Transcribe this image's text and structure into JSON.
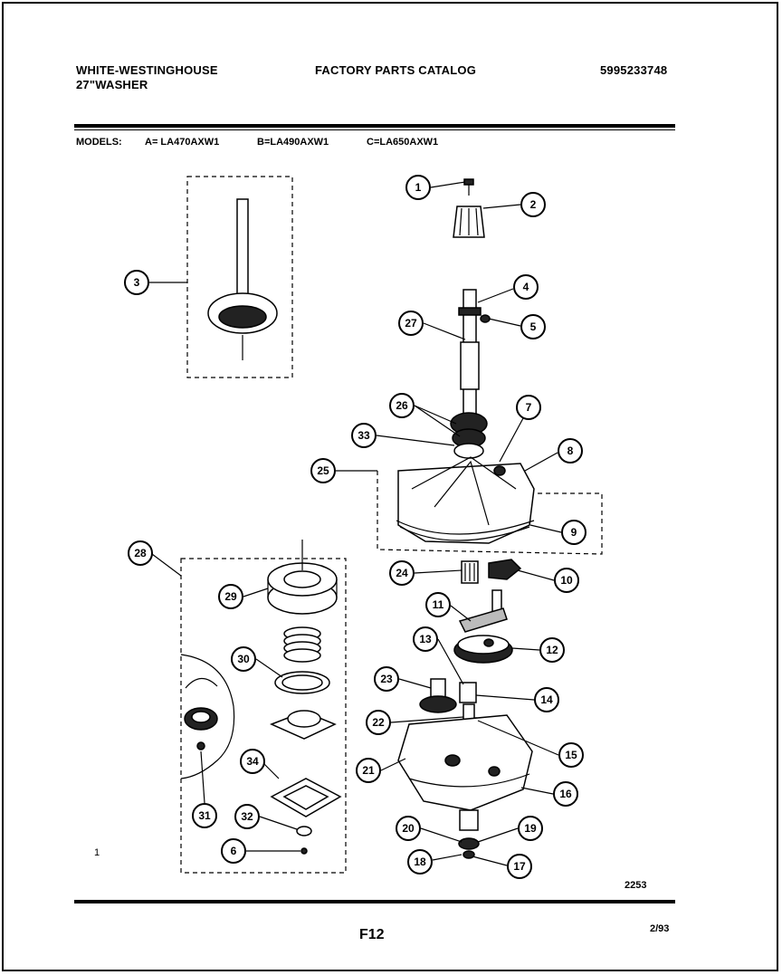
{
  "header": {
    "brand": "WHITE-WESTINGHOUSE",
    "product": "27\"WASHER",
    "catalog_title": "FACTORY PARTS CATALOG",
    "catalog_number": "5995233748"
  },
  "models": {
    "label": "MODELS:",
    "a": "A= LA470AXW1",
    "b": "B=LA490AXW1",
    "c": "C=LA650AXW1"
  },
  "callouts": [
    "1",
    "2",
    "3",
    "4",
    "5",
    "27",
    "26",
    "7",
    "33",
    "8",
    "25",
    "9",
    "28",
    "24",
    "10",
    "29",
    "11",
    "30",
    "13",
    "12",
    "23",
    "14",
    "22",
    "15",
    "21",
    "16",
    "34",
    "31",
    "32",
    "20",
    "19",
    "6",
    "18",
    "17"
  ],
  "footer": {
    "diagram_number": "2253",
    "page_label": "F12",
    "date": "2/93",
    "stray_mark": "1"
  }
}
